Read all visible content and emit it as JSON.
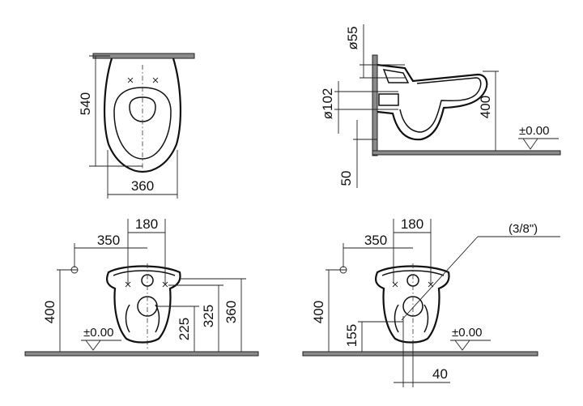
{
  "views": {
    "top": {
      "depth": "540",
      "width": "360"
    },
    "side": {
      "inlet_diameter": "ø55",
      "outlet_diameter": "ø102",
      "height": "400",
      "floor_level": "±0.00",
      "offset": "50"
    },
    "front_left": {
      "center_spacing": "180",
      "side_distance": "350",
      "inlet_height": "400",
      "floor_level": "±0.00",
      "outlet_height": "225",
      "bolt_height_a": "325",
      "bolt_height_b": "360"
    },
    "front_right": {
      "center_spacing": "180",
      "side_distance": "350",
      "thread": "(3/8\")",
      "inlet_height": "400",
      "floor_level": "±0.00",
      "outlet_height": "155",
      "offset": "40"
    }
  }
}
